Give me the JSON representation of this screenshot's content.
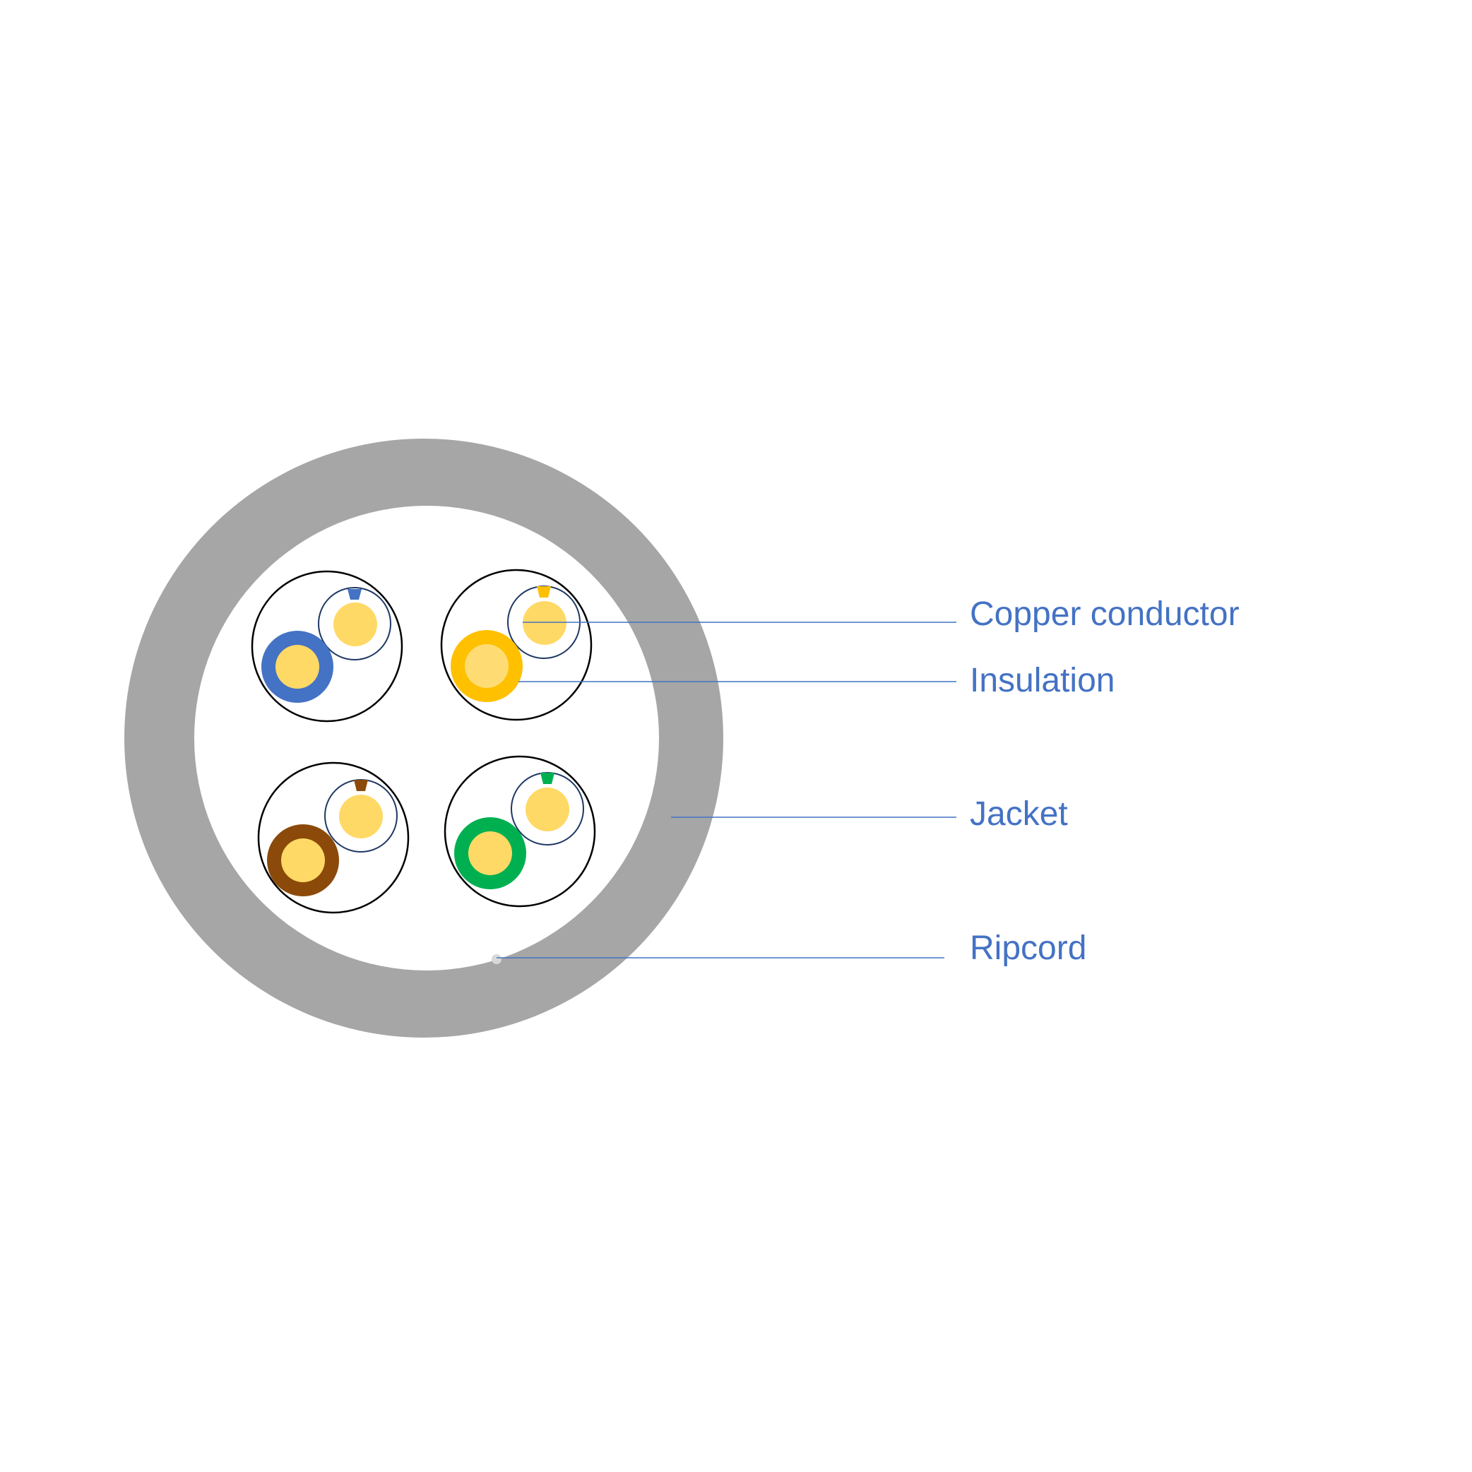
{
  "labels": {
    "copper_conductor": "Copper conductor",
    "insulation": "Insulation",
    "jacket": "Jacket",
    "ripcord": "Ripcord"
  },
  "colors": {
    "jacket": "#a6a6a6",
    "callout": "#4472c4",
    "copper": "#ffd966",
    "copper_light": "#ffdc73",
    "outline_pair": "#000000",
    "outline_wire": "#1f3864",
    "ripcord": "#d9d9d9",
    "pair_blue": "#4472c4",
    "pair_orange": "#ffc000",
    "pair_brown": "#8b4a0a",
    "pair_green": "#00b050"
  },
  "pairs": [
    {
      "name": "blue",
      "color_key": "pair_blue"
    },
    {
      "name": "orange",
      "color_key": "pair_orange"
    },
    {
      "name": "brown",
      "color_key": "pair_brown"
    },
    {
      "name": "green",
      "color_key": "pair_green"
    }
  ]
}
